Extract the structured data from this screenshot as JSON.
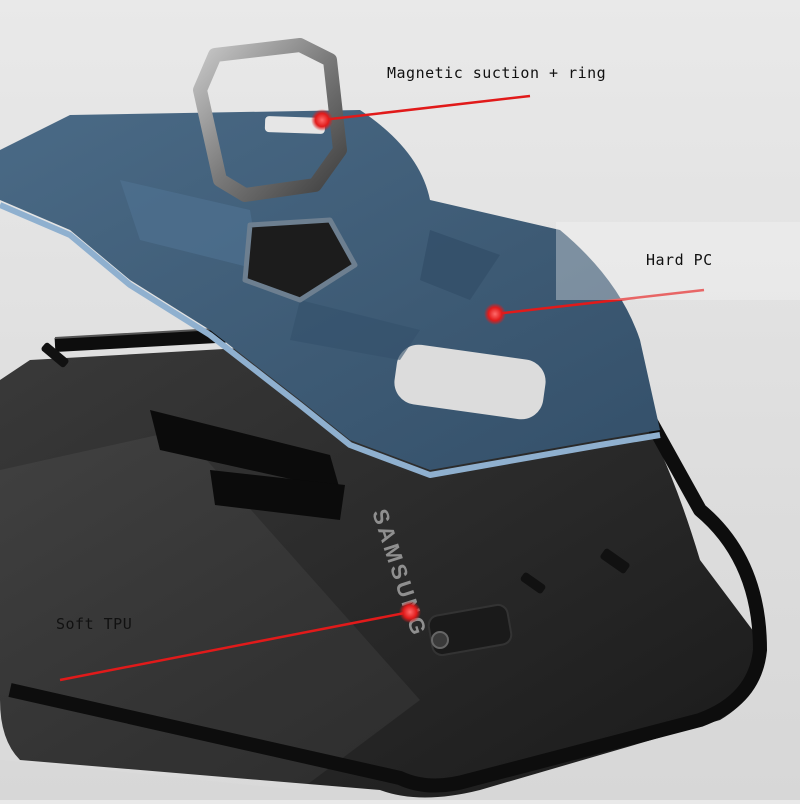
{
  "callouts": {
    "magnetic": "Magnetic suction + ring",
    "hard": "Hard PC",
    "soft": "Soft TPU"
  },
  "phone": {
    "brand_text": "SAMSUNG"
  },
  "colors": {
    "case_blue": "#3f5d78",
    "case_edge": "#7f9fbe",
    "bumper": "#111111",
    "phone_back": "#2b2b2b",
    "callout_red": "#e11a1a",
    "ring": "#8a8a8a"
  }
}
